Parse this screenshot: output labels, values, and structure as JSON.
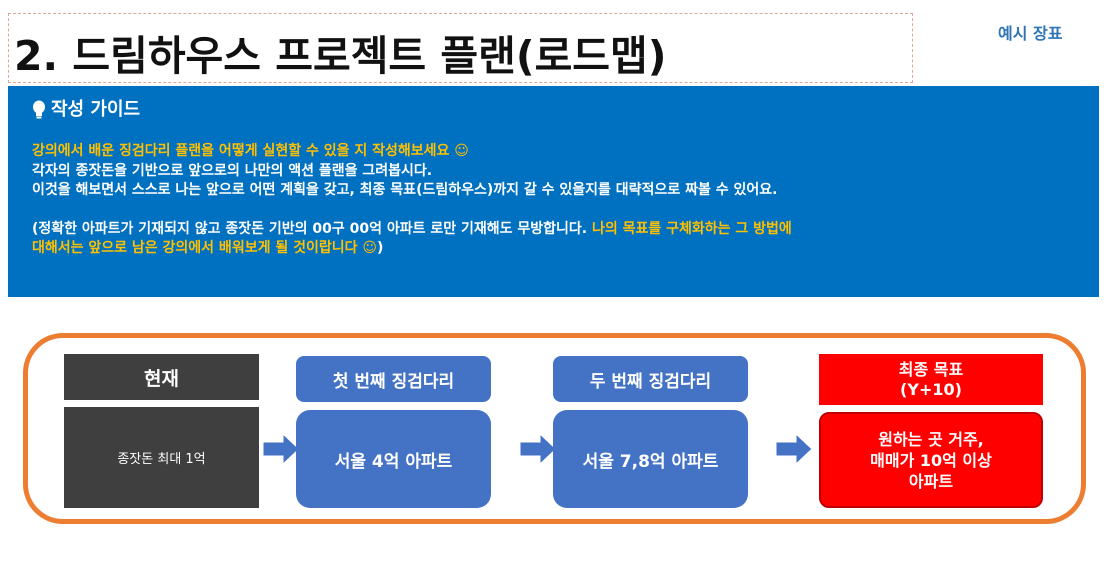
{
  "header": {
    "title": "2. 드림하우스 프로젝트 플랜(로드맵)",
    "badge": "예시 장표"
  },
  "guide": {
    "heading": "작성 가이드",
    "line1": "강의에서 배운 징검다리 플랜을 어떻게 실현할 수 있을 지 작성해보세요 ☺",
    "line2": "각자의 종잣돈을 기반으로 앞으로의 나만의 액션 플랜을 그려봅시다.",
    "line3": "이것을 해보면서 스스로 나는 앞으로 어떤 계획을 갖고, 최종 목표(드림하우스)까지 갈 수 있을지를 대략적으로 짜볼 수 있어요.",
    "note_white": "(정확한 아파트가 기재되지 않고 종잣돈 기반의 00구 00억 아파트 로만 기재해도 무방합니다.",
    "note_yellow": " 나의 목표를 구체화하는 그 방법에",
    "note_yellow2": "대해서는 앞으로 남은 강의에서 배워보게 될 것이랍니다 ☺",
    "note_close": ")",
    "colors": {
      "background": "#0070c0",
      "highlight": "#ffc000"
    }
  },
  "roadmap": {
    "current": {
      "label": "현재",
      "value": "종잣돈 최대 1억"
    },
    "step1": {
      "label": "첫 번째 징검다리",
      "value": "서울 4억 아파트"
    },
    "step2": {
      "label": "두 번째 징검다리",
      "value": "서울 7,8억 아파트"
    },
    "goal": {
      "label_line1": "최종 목표",
      "label_line2": "(Y+10)",
      "value_line1": "원하는 곳 거주,",
      "value_line2": "매매가 10억 이상",
      "value_line3": "아파트"
    },
    "colors": {
      "border": "#ed7d31",
      "step": "#4472c4",
      "goal": "#ff0000",
      "current": "#3f3f3f"
    }
  }
}
